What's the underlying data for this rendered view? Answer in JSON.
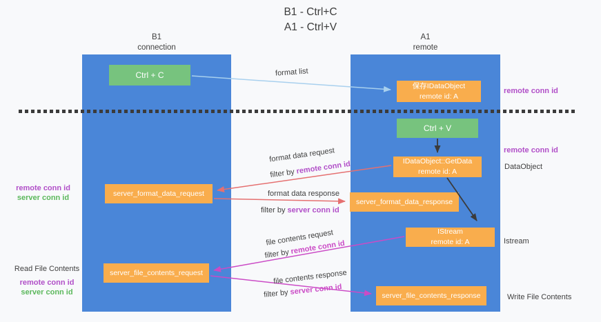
{
  "title": {
    "line1": "B1 - Ctrl+C",
    "line2": "A1 - Ctrl+V"
  },
  "lanes": {
    "left": {
      "name": "B1",
      "role": "connection"
    },
    "right": {
      "name": "A1",
      "role": "remote"
    }
  },
  "nodes": {
    "ctrl_c": {
      "label": "Ctrl + C"
    },
    "save_idataobject": {
      "line1": "保存IDataObject",
      "line2": "remote id: A"
    },
    "ctrl_v": {
      "label": "Ctrl + V"
    },
    "getdata": {
      "line1": "IDataObject::GetData",
      "line2": "remote id: A"
    },
    "server_format_data_request": {
      "label": "server_format_data_request"
    },
    "server_format_data_response": {
      "label": "server_format_data_response"
    },
    "istream": {
      "line1": "IStream",
      "line2": "remote id: A"
    },
    "server_file_contents_request": {
      "label": "server_file_contents_request"
    },
    "server_file_contents_response": {
      "label": "server_file_contents_response"
    }
  },
  "edge_labels": {
    "format_list": "format list",
    "format_data_request": "format data request",
    "format_data_response": "format data response",
    "file_contents_request": "file contents request",
    "file_contents_response": "file contents response",
    "filter_by": "filter by",
    "remote_conn_id": "remote conn id",
    "server_conn_id": "server conn id"
  },
  "annotations": {
    "left_mid": {
      "remote": "remote conn id",
      "server": "server conn id"
    },
    "left_bottom": {
      "title": "Read File Contents",
      "remote": "remote conn id",
      "server": "server conn id"
    },
    "right": {
      "remote_1": "remote conn id",
      "remote_2": "remote conn id",
      "dataobject": "DataObject",
      "istream": "Istream",
      "write_file": "Write File Contents"
    }
  },
  "colors": {
    "lane_blue": "#4a86d8",
    "node_orange": "#f9ad4d",
    "node_green": "#77c37e",
    "purple_text": "#b14fc8",
    "green_text": "#5cb85c",
    "magenta_arrow": "#cb4bc6",
    "salmon_arrow": "#e57070",
    "lightblue_arrow": "#a8d0ee",
    "black_arrow": "#3b3b3b"
  }
}
